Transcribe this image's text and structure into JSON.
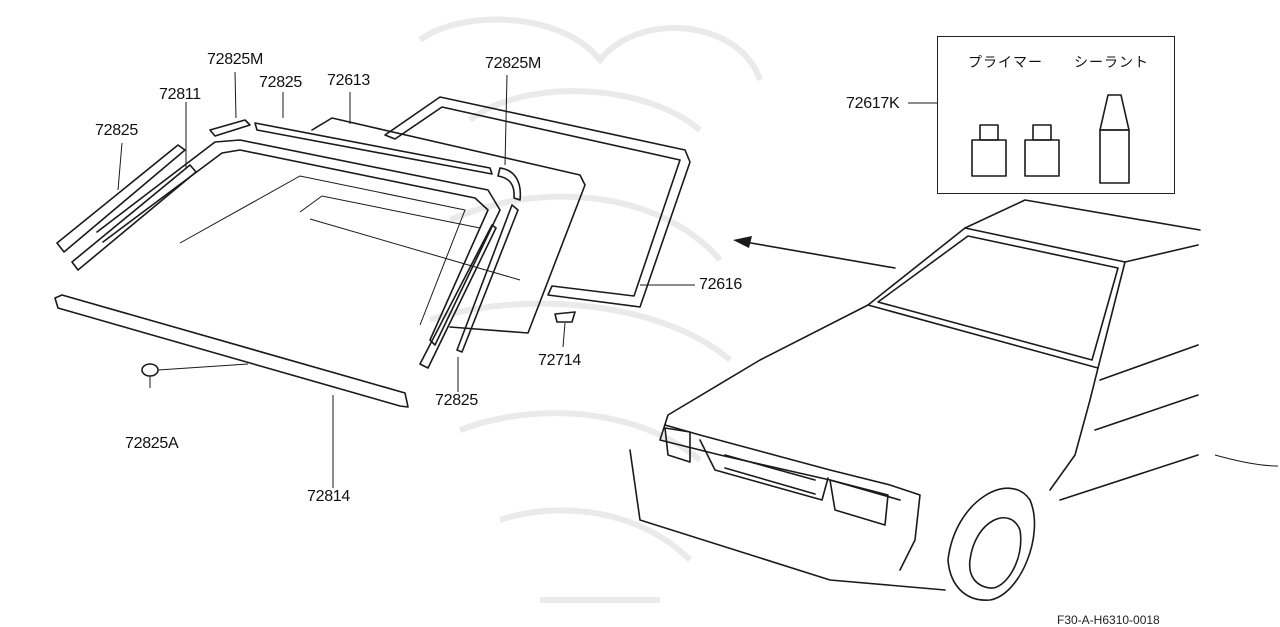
{
  "parts": {
    "p72825M_a": "72825M",
    "p72825M_b": "72825M",
    "p72825_top": "72825",
    "p72613": "72613",
    "p72811": "72811",
    "p72825_left": "72825",
    "p72617K": "72617K",
    "p72616": "72616",
    "p72714": "72714",
    "p72825_bottom": "72825",
    "p72825A": "72825A",
    "p72814": "72814"
  },
  "kit": {
    "primer_label": "プライマー",
    "sealant_label": "シーラント"
  },
  "reference_code": "F30-A-H6310-0018",
  "icons": [
    "primer-bottle-icon",
    "sealant-tube-icon",
    "arrow-icon",
    "clip-icon",
    "watermark-icon"
  ]
}
